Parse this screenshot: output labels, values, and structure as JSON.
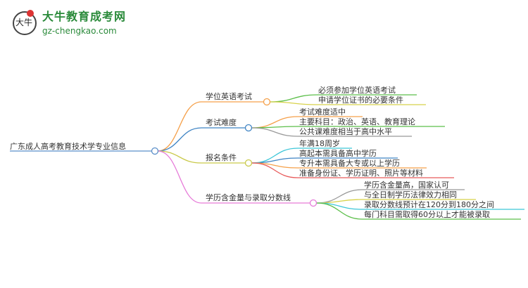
{
  "logo": {
    "title": "大牛教育成考网",
    "url": "gz-chengkao.com",
    "mark": "大牛"
  },
  "root": {
    "label": "广东成人高考教育技术学专业信息",
    "color": "#5b8fc9"
  },
  "branches": [
    {
      "label": "学位英语考试",
      "color": "#f5a04a",
      "children": [
        {
          "label": "必须参加学位英语考试",
          "color": "#5cbf4a"
        },
        {
          "label": "申请学位证书的必要条件",
          "color": "#d8d24a"
        }
      ]
    },
    {
      "label": "考试难度",
      "color": "#3f84c4",
      "children": [
        {
          "label": "考试难度适中",
          "color": "#f5a04a"
        },
        {
          "label": "主要科目：政治、英语、教育理论",
          "color": "#5cbf4a"
        },
        {
          "label": "公共课难度相当于高中水平",
          "color": "#999999"
        }
      ]
    },
    {
      "label": "报名条件",
      "color": "#c9c94a",
      "children": [
        {
          "label": "年满18周岁",
          "color": "#3cc6d8"
        },
        {
          "label": "高起本需具备高中学历",
          "color": "#3f84c4"
        },
        {
          "label": "专升本需具备大专或以上学历",
          "color": "#f5a04a"
        },
        {
          "label": "准备身份证、学历证明、照片等材料",
          "color": "#e85a5a"
        }
      ]
    },
    {
      "label": "学历含金量与录取分数线",
      "color": "#e67ad8",
      "children": [
        {
          "label": "学历含金量高，国家认可",
          "color": "#999999"
        },
        {
          "label": "与全日制学历法律效力相同",
          "color": "#d8d24a"
        },
        {
          "label": "录取分数线预计在120分到180分之间",
          "color": "#3cc6d8"
        },
        {
          "label": "每门科目需取得60分以上才能被录取",
          "color": "#5cbf4a"
        }
      ]
    }
  ]
}
